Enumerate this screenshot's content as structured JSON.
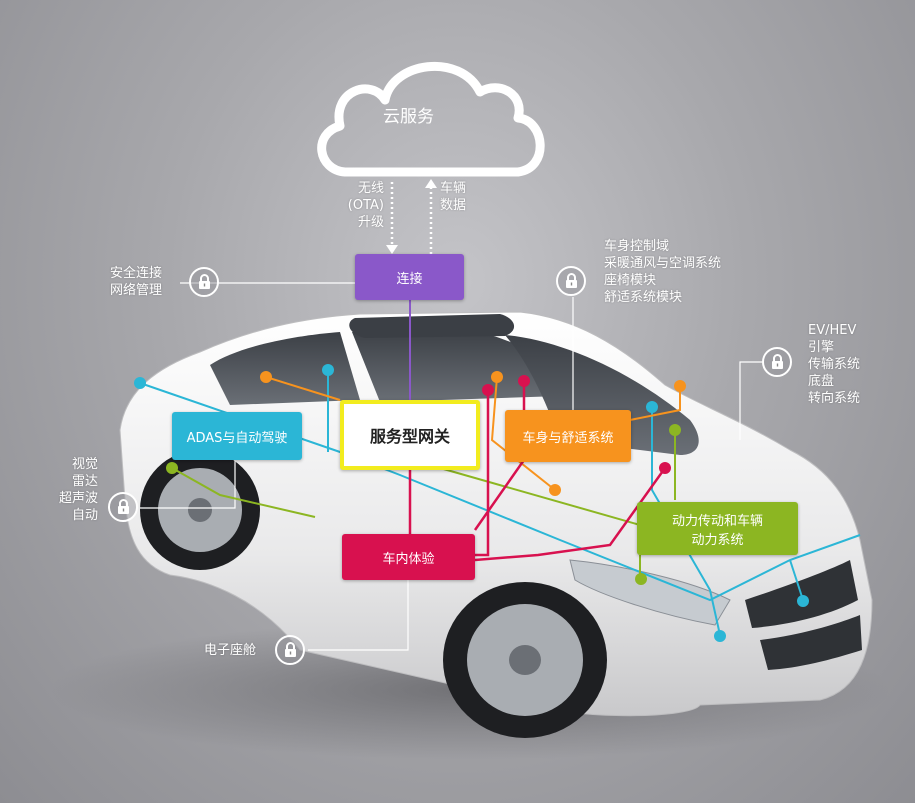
{
  "cloud": {
    "label": "云服务"
  },
  "links": {
    "ota": [
      "无线",
      "(OTA)",
      "升级"
    ],
    "vehicle_data": [
      "车辆",
      "数据"
    ]
  },
  "boxes": {
    "connectivity": "连接",
    "gateway": "服务型网关",
    "adas": "ADAS与自动驾驶",
    "body": "车身与舒适系统",
    "infotainment": "车内体验",
    "powertrain": [
      "动力传动和车辆",
      "动力系统"
    ]
  },
  "annotations": {
    "security": [
      "安全连接",
      "网络管理"
    ],
    "body_domain": [
      "车身控制域",
      "采暖通风与空调系统",
      "座椅模块",
      "舒适系统模块"
    ],
    "ev": [
      "EV/HEV",
      "引擎",
      "传输系统",
      "底盘",
      "转向系统"
    ],
    "sensors": [
      "视觉",
      "雷达",
      "超声波",
      "自动"
    ],
    "cockpit": "电子座舱"
  },
  "colors": {
    "connectivity": "#8a58c9",
    "adas": "#2bb6d6",
    "body": "#f7931e",
    "infotainment": "#d8114f",
    "powertrain": "#8cb622",
    "gateway_border": "#f2ec1e"
  },
  "icons": [
    "cloud-icon",
    "lock-icon",
    "car-image"
  ]
}
